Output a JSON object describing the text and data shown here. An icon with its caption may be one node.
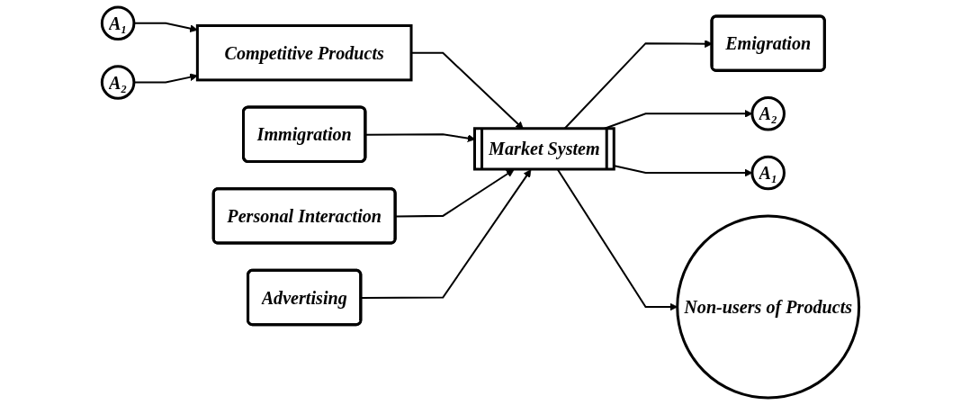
{
  "diagram": {
    "nodes": [
      {
        "text": [
          "A₁"
        ]
      },
      {
        "text": [
          "Emigration"
        ]
      },
      {
        "text": [
          "Personal Interaction"
        ]
      },
      {
        "text": [
          "A₂"
        ]
      },
      {
        "text": [
          "Competitive Products"
        ]
      },
      {
        "text": [
          "Market System"
        ]
      },
      {
        "text": [
          "A₁"
        ]
      },
      {
        "text": [
          "A₂"
        ]
      },
      {
        "text": [
          "Immigration"
        ]
      },
      {
        "text": [
          "Advertising"
        ]
      },
      {
        "text": [
          "Non-users of Products"
        ]
      }
    ],
    "edges": [
      {
        "from": 0,
        "to": 4,
        "arrow": "to"
      },
      {
        "from": 7,
        "to": 4,
        "arrow": "to"
      },
      {
        "from": 4,
        "to": 5,
        "arrow": "to"
      },
      {
        "from": 8,
        "to": 5,
        "arrow": "to"
      },
      {
        "from": 5,
        "to": 1,
        "arrow": "to"
      },
      {
        "from": 2,
        "to": 5,
        "arrow": "to"
      },
      {
        "from": 9,
        "to": 5,
        "arrow": "to"
      },
      {
        "from": 5,
        "to": 3,
        "arrow": "to"
      },
      {
        "from": 5,
        "to": 6,
        "arrow": "to"
      },
      {
        "from": 5,
        "to": 10,
        "arrow": "to"
      }
    ]
  }
}
